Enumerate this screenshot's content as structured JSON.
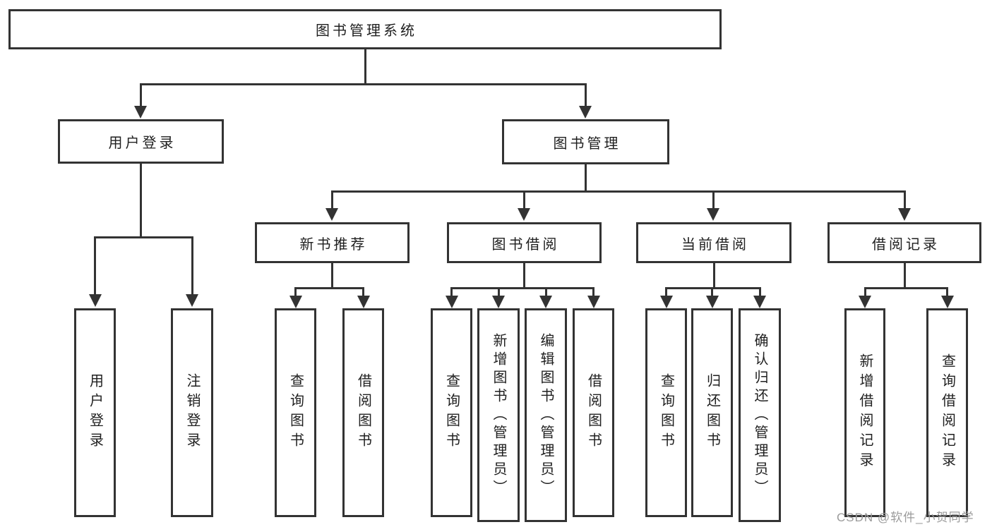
{
  "diagram": {
    "root": "图书管理系统",
    "level2": [
      "用户登录",
      "图书管理"
    ],
    "level3": [
      "新书推荐",
      "图书借阅",
      "当前借阅",
      "借阅记录"
    ],
    "leaves": {
      "login": [
        "用户登录",
        "注销登录"
      ],
      "newbook": [
        "查询图书",
        "借阅图书"
      ],
      "borrow": [
        "查询图书",
        "新增图书（管理员）",
        "编辑图书（管理员）",
        "借阅图书"
      ],
      "current": [
        "查询图书",
        "归还图书",
        "确认归还（管理员）"
      ],
      "record": [
        "新增借阅记录",
        "查询借阅记录"
      ]
    }
  },
  "watermark": "CSDN @软件_小贺同学",
  "colors": {
    "line": "#333333",
    "text": "#1f1f1f",
    "background": "#ffffff",
    "watermark": "#9b9b9b"
  }
}
